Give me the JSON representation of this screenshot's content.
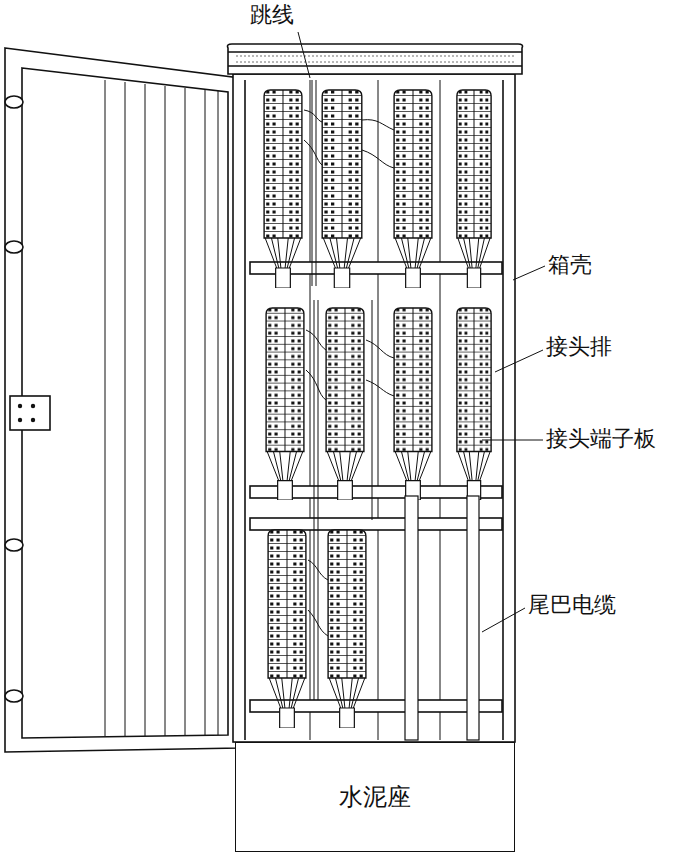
{
  "diagram": {
    "nodes": [
      {
        "text": [
          "水泥座"
        ]
      }
    ],
    "labels": [
      "跳线",
      "箱壳",
      "接头排",
      "接头端子板",
      "尾巴电缆"
    ]
  }
}
